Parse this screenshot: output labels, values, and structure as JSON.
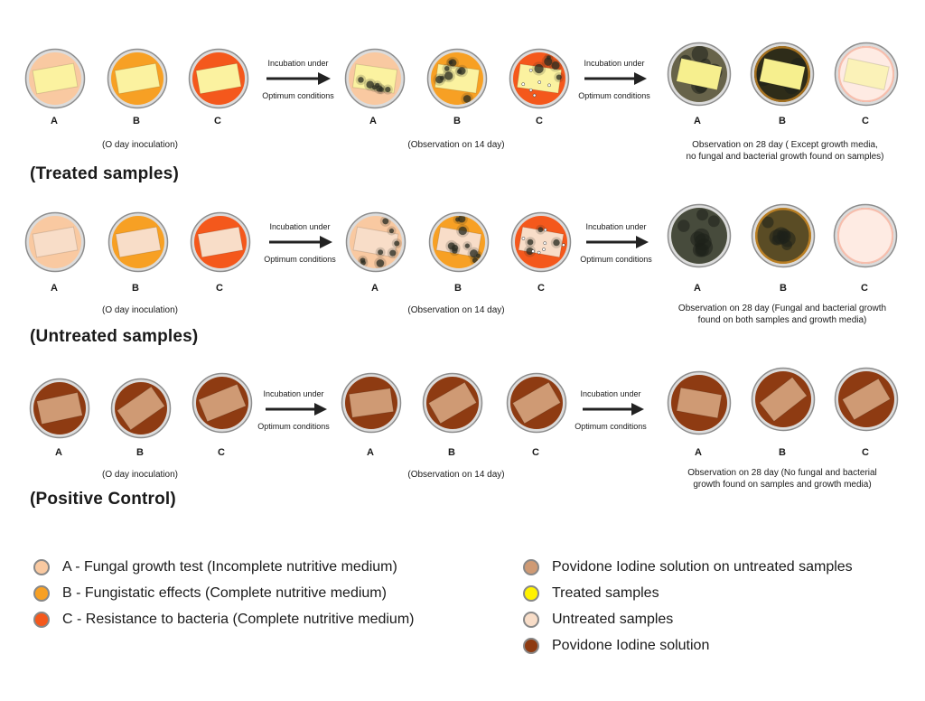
{
  "colors": {
    "A": "#f9c9a1",
    "B": "#f7a024",
    "C": "#f4581c",
    "treated_sample": "#fbf2a0",
    "untreated_sample": "#f8ddc8",
    "povidone": "#8e3b12",
    "povidone_sample": "#cf9a74",
    "mold": "#2d2f25",
    "rim": "#8d8d8d"
  },
  "arrow_label": {
    "line1": "Incubation under",
    "line2": "Optimum conditions"
  },
  "letters": [
    "A",
    "B",
    "C"
  ],
  "sections": [
    {
      "id": "treated",
      "title": "(Treated samples)",
      "caption_day0": "(O day inoculation)",
      "caption_day14": "(Observation on 14 day)",
      "caption_day28": [
        "Observation on 28 day ( Except growth media,",
        "no fungal and bacterial growth found on samples)"
      ]
    },
    {
      "id": "untreated",
      "title": "(Untreated samples)",
      "caption_day0": "(O day inoculation)",
      "caption_day14": "(Observation on 14 day)",
      "caption_day28": [
        "Observation on 28 day (Fungal and bacterial growth",
        "found on both samples and growth media)"
      ]
    },
    {
      "id": "positive",
      "title": "(Positive Control)",
      "caption_day0": "(O day inoculation)",
      "caption_day14": "(Observation on 14 day)",
      "caption_day28": [
        "Observation on 28 day (No fungal and bacterial",
        "growth found on samples and growth media)"
      ]
    }
  ],
  "legend": [
    {
      "label": "A - Fungal growth test (Incomplete nutritive medium)",
      "color": "#f9c9a1"
    },
    {
      "label": "B - Fungistatic effects (Complete nutritive medium)",
      "color": "#f7a024"
    },
    {
      "label": "C - Resistance to bacteria (Complete nutritive medium)",
      "color": "#f4581c"
    },
    {
      "label": "Povidone Iodine solution on untreated samples",
      "color": "#cf9a74"
    },
    {
      "label": "Treated samples",
      "color": "#fff200"
    },
    {
      "label": "Untreated samples",
      "color": "#f8ddc8"
    },
    {
      "label": "Povidone Iodine solution",
      "color": "#8e3b12"
    }
  ]
}
